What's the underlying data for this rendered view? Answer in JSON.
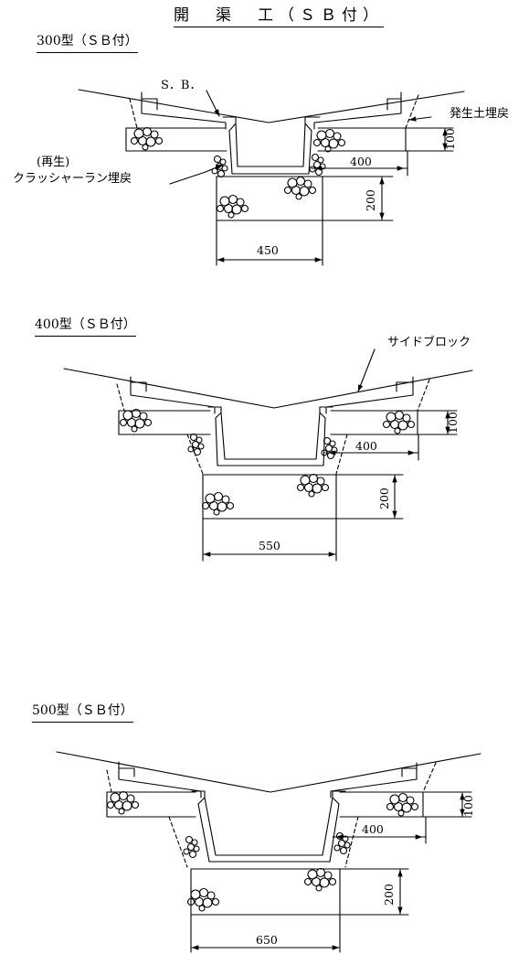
{
  "title": "開　渠　工（ＳＢ付）",
  "sections": [
    {
      "label": "300型（ＳＢ付）",
      "callouts": {
        "sb": "S．B．",
        "native_fill": "発生土埋戻",
        "recycled": "(再生)",
        "crusher_fill": "クラッシャーラン埋戻"
      },
      "dims": {
        "top_width": "400",
        "base_height": "200",
        "base_width": "450",
        "sb_height": "100"
      }
    },
    {
      "label": "400型（ＳＢ付）",
      "callouts": {
        "side_block": "サイドブロック"
      },
      "dims": {
        "top_width": "400",
        "base_height": "200",
        "base_width": "550",
        "sb_height": "100"
      }
    },
    {
      "label": "500型（ＳＢ付）",
      "dims": {
        "top_width": "400",
        "base_height": "200",
        "base_width": "650",
        "sb_height": "100"
      }
    }
  ]
}
